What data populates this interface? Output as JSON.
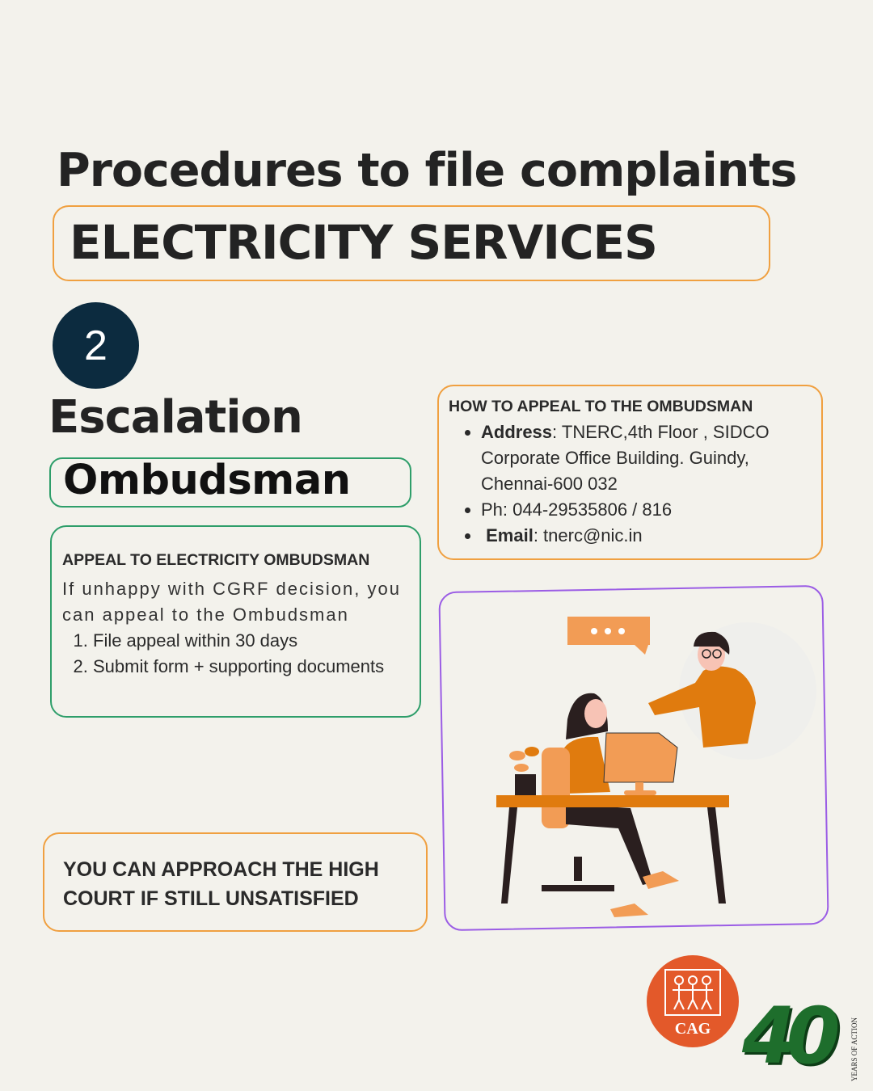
{
  "header": {
    "title": "Procedures to file complaints",
    "service": "ELECTRICITY SERVICES"
  },
  "step": {
    "number": "2",
    "stage": "Escalation",
    "authority": "Ombudsman"
  },
  "appeal_card": {
    "heading": "APPEAL TO ELECTRICITY OMBUDSMAN",
    "description": "If unhappy with CGRF decision, you can appeal to the Ombudsman",
    "steps": [
      "File appeal within 30 days",
      "Submit form + supporting documents"
    ]
  },
  "how_card": {
    "heading": "HOW TO APPEAL TO THE OMBUDSMAN",
    "address_label": "Address",
    "address_value": ": TNERC,4th Floor , SIDCO Corporate Office Building. Guindy, Chennai-600 032",
    "phone": "Ph: 044-29535806 / 816",
    "email_label": "Email",
    "email_value": ": tnerc@nic.in"
  },
  "court_card": {
    "text": "YOU CAN APPROACH THE HIGH COURT IF STILL UNSATISFIED"
  },
  "logo": {
    "org": "CAG",
    "anniversary": "40",
    "tagline": "YEARS OF ACTION"
  },
  "colors": {
    "background": "#f3f2ec",
    "orange_border": "#f0a040",
    "green_border": "#2e9e6a",
    "navy": "#0c2b3f",
    "purple": "#9b5de5",
    "illustration_orange": "#e07b0e"
  }
}
